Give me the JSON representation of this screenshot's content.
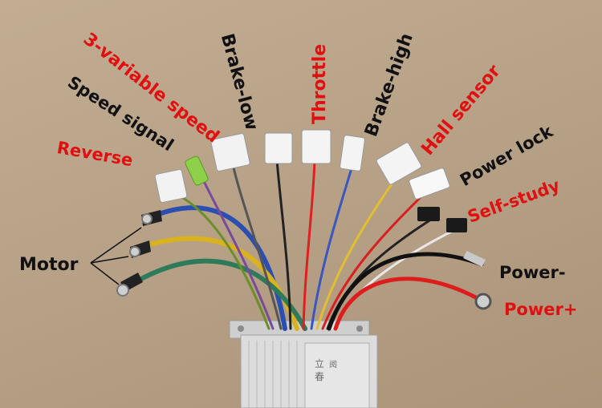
{
  "labels": {
    "three_variable_speed": "3-variable speed",
    "speed_signal": "Speed signal",
    "reverse": "Reverse",
    "brake_low": "Brake-low",
    "throttle": "Throttle",
    "brake_high": "Brake-high",
    "hall_sensor": "Hall sensor",
    "power_lock": "Power lock",
    "self_study": "Self-study",
    "motor": "Motor",
    "power_minus": "Power-",
    "power_plus": "Power+"
  },
  "controller_text": [
    "立",
    "春",
    "阅"
  ],
  "colors": {
    "label_red": "#e01010",
    "label_black": "#111111",
    "background": "#b9a48b",
    "controller": "#d8d8d8"
  }
}
